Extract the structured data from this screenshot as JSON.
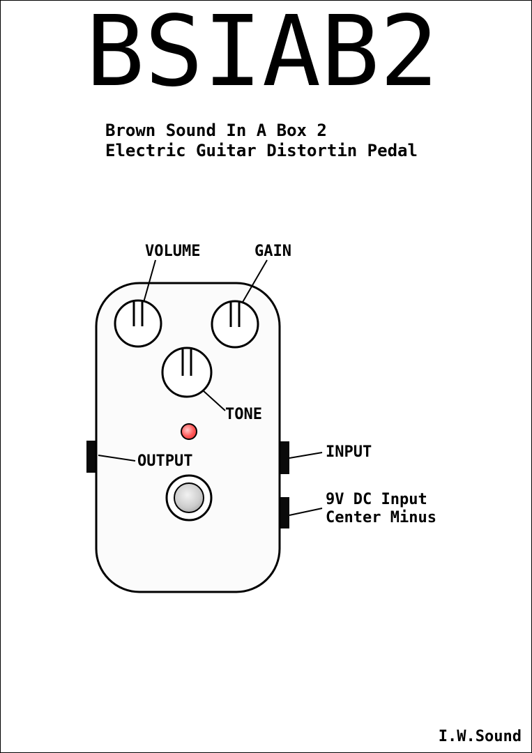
{
  "page": {
    "title": "BSIAB2",
    "subtitle_line1": "Brown Sound In A Box 2",
    "subtitle_line2": "Electric Guitar Distortin Pedal",
    "credit": "I.W.Sound"
  },
  "diagram": {
    "labels": {
      "volume": "VOLUME",
      "gain": "GAIN",
      "tone": "TONE",
      "output": "OUTPUT",
      "input": "INPUT",
      "dc_line1": "9V DC Input",
      "dc_line2": "Center Minus"
    },
    "colors": {
      "outline": "#000000",
      "pedal_fill": "#fbfbfb",
      "led_red": "#ff4444",
      "led_highlight": "#ffc8c8",
      "switch_metal": "#c0c0c0",
      "jack_black": "#0a0a0a"
    }
  }
}
